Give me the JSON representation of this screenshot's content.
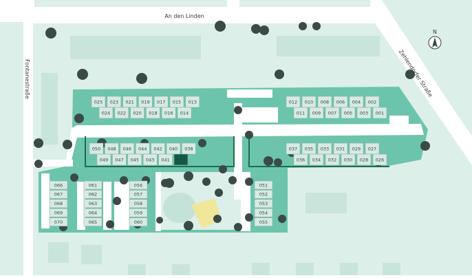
{
  "streets": {
    "north": "An den Linden",
    "west": "Fontanestraße",
    "east": "Zehlendorfer Straße"
  },
  "compass": {
    "letter": "N",
    "icon": "north-arrow-icon"
  },
  "selected_unit": "039",
  "colors": {
    "background": "#ffffff",
    "lawn": "#dcefe8",
    "site": "#6cc4ad",
    "site_dark": "#4fae97",
    "unit": "#d8e9e3",
    "unit_stroke": "#8ab5aa",
    "selected": "#0f5a45",
    "tree": "#3b4a47",
    "playground": "#f1e79a",
    "hedge": "#1f6b4e"
  },
  "units": {
    "north_west_top": [
      "025",
      "023",
      "021",
      "019",
      "017",
      "015",
      "013"
    ],
    "north_west_bottom": [
      "024",
      "022",
      "020",
      "018",
      "016",
      "014"
    ],
    "north_east_top": [
      "012",
      "010",
      "008",
      "006",
      "004",
      "002"
    ],
    "north_east_bottom": [
      "011",
      "009",
      "007",
      "005",
      "003",
      "001"
    ],
    "middle_west_top": [
      "050",
      "048",
      "046",
      "044",
      "042",
      "040",
      "038"
    ],
    "middle_west_bottom": [
      "049",
      "047",
      "045",
      "043",
      "041",
      "039"
    ],
    "middle_east_top": [
      "037",
      "035",
      "033",
      "031",
      "029",
      "027"
    ],
    "middle_east_bottom": [
      "036",
      "034",
      "032",
      "030",
      "028",
      "026"
    ],
    "south_col_1": [
      "066",
      "067",
      "068",
      "069",
      "070"
    ],
    "south_col_2": [
      "061",
      "062",
      "063",
      "064",
      "065"
    ],
    "south_col_3": [
      "056",
      "057",
      "058",
      "059",
      "060"
    ],
    "south_col_4": [
      "051",
      "052",
      "053",
      "054",
      "055"
    ]
  }
}
